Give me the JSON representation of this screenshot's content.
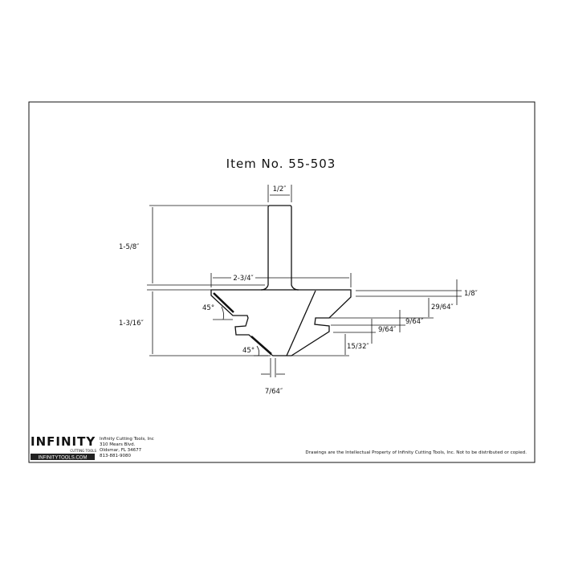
{
  "title": "Item No. 55-503",
  "dimensions": {
    "shank_dia": "1/2″",
    "shank_length": "1-5/8″",
    "cut_dia": "2-3/4″",
    "cut_height": "1-3/16″",
    "angle_upper": "45°",
    "angle_lower": "45°",
    "tip_width": "7/64″",
    "top_step": "1/8″",
    "step_a": "29/64″",
    "step_b": "9/64″",
    "step_c": "9/64″",
    "bottom_step": "15/32″"
  },
  "footer": {
    "logo": "INFINITY",
    "logo_sub": "CUTTING TOOLS",
    "logo_url": "INFINITYTOOLS.COM",
    "company": "Infinity Cutting Tools, Inc",
    "street": "310 Mears Blvd.",
    "city": "Oldsmar, FL  34677",
    "phone": "813-881-9080",
    "notice": "Drawings are the Intellectual Property of Infinity Cutting Tools, Inc. Not to be distributed or copied."
  }
}
